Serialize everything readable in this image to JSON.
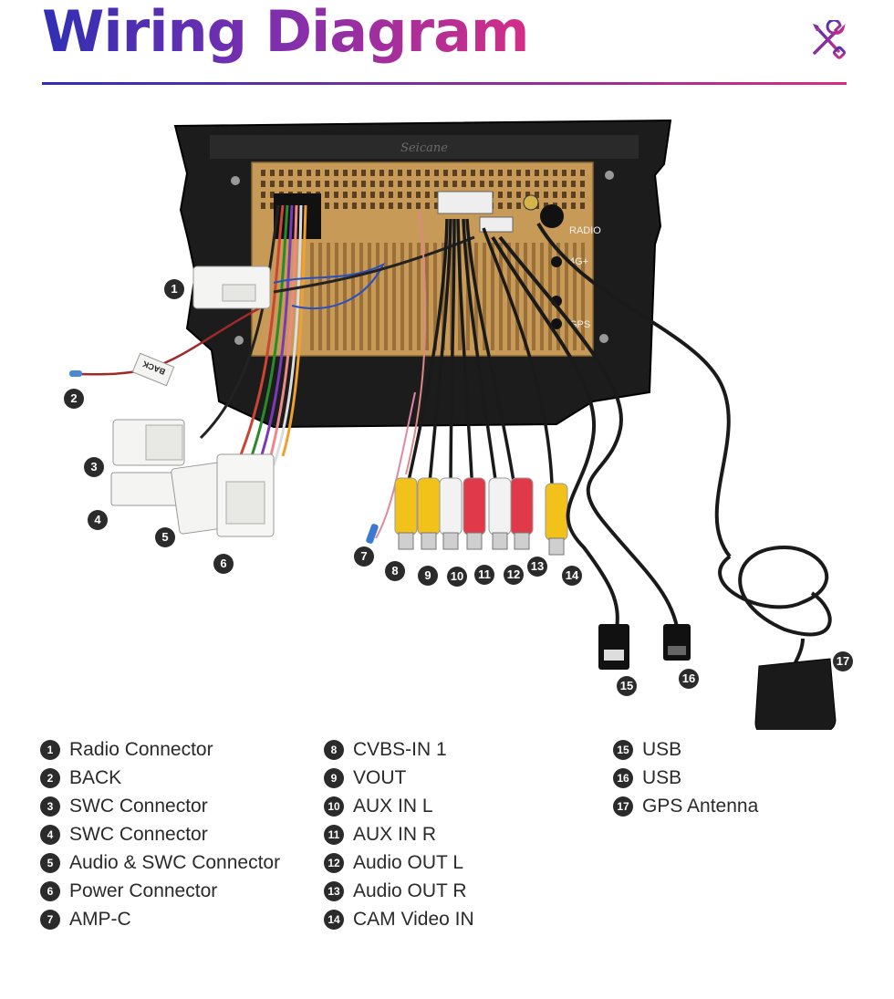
{
  "header": {
    "title": "Wiring Diagram",
    "icon": "tools-icon"
  },
  "unit": {
    "brand": "Seicane",
    "ports": [
      "RADIO",
      "4G+",
      "GPS"
    ]
  },
  "labels": {
    "back_tag": "BACK"
  },
  "callouts": [
    "1",
    "2",
    "3",
    "4",
    "5",
    "6",
    "7",
    "8",
    "9",
    "10",
    "11",
    "12",
    "13",
    "14",
    "15",
    "16",
    "17"
  ],
  "legend": [
    [
      {
        "num": "1",
        "label": "Radio Connector"
      },
      {
        "num": "2",
        "label": "BACK"
      },
      {
        "num": "3",
        "label": "SWC Connector"
      },
      {
        "num": "4",
        "label": "SWC Connector"
      },
      {
        "num": "5",
        "label": "Audio & SWC Connector"
      },
      {
        "num": "6",
        "label": "Power Connector"
      },
      {
        "num": "7",
        "label": "AMP-C"
      }
    ],
    [
      {
        "num": "8",
        "label": "CVBS-IN 1"
      },
      {
        "num": "9",
        "label": "VOUT"
      },
      {
        "num": "10",
        "label": "AUX IN L"
      },
      {
        "num": "11",
        "label": "AUX IN R"
      },
      {
        "num": "12",
        "label": "Audio OUT L"
      },
      {
        "num": "13",
        "label": "Audio OUT R"
      },
      {
        "num": "14",
        "label": "CAM Video IN"
      }
    ],
    [
      {
        "num": "15",
        "label": "USB"
      },
      {
        "num": "16",
        "label": "USB"
      },
      {
        "num": "17",
        "label": "GPS Antenna"
      }
    ]
  ]
}
